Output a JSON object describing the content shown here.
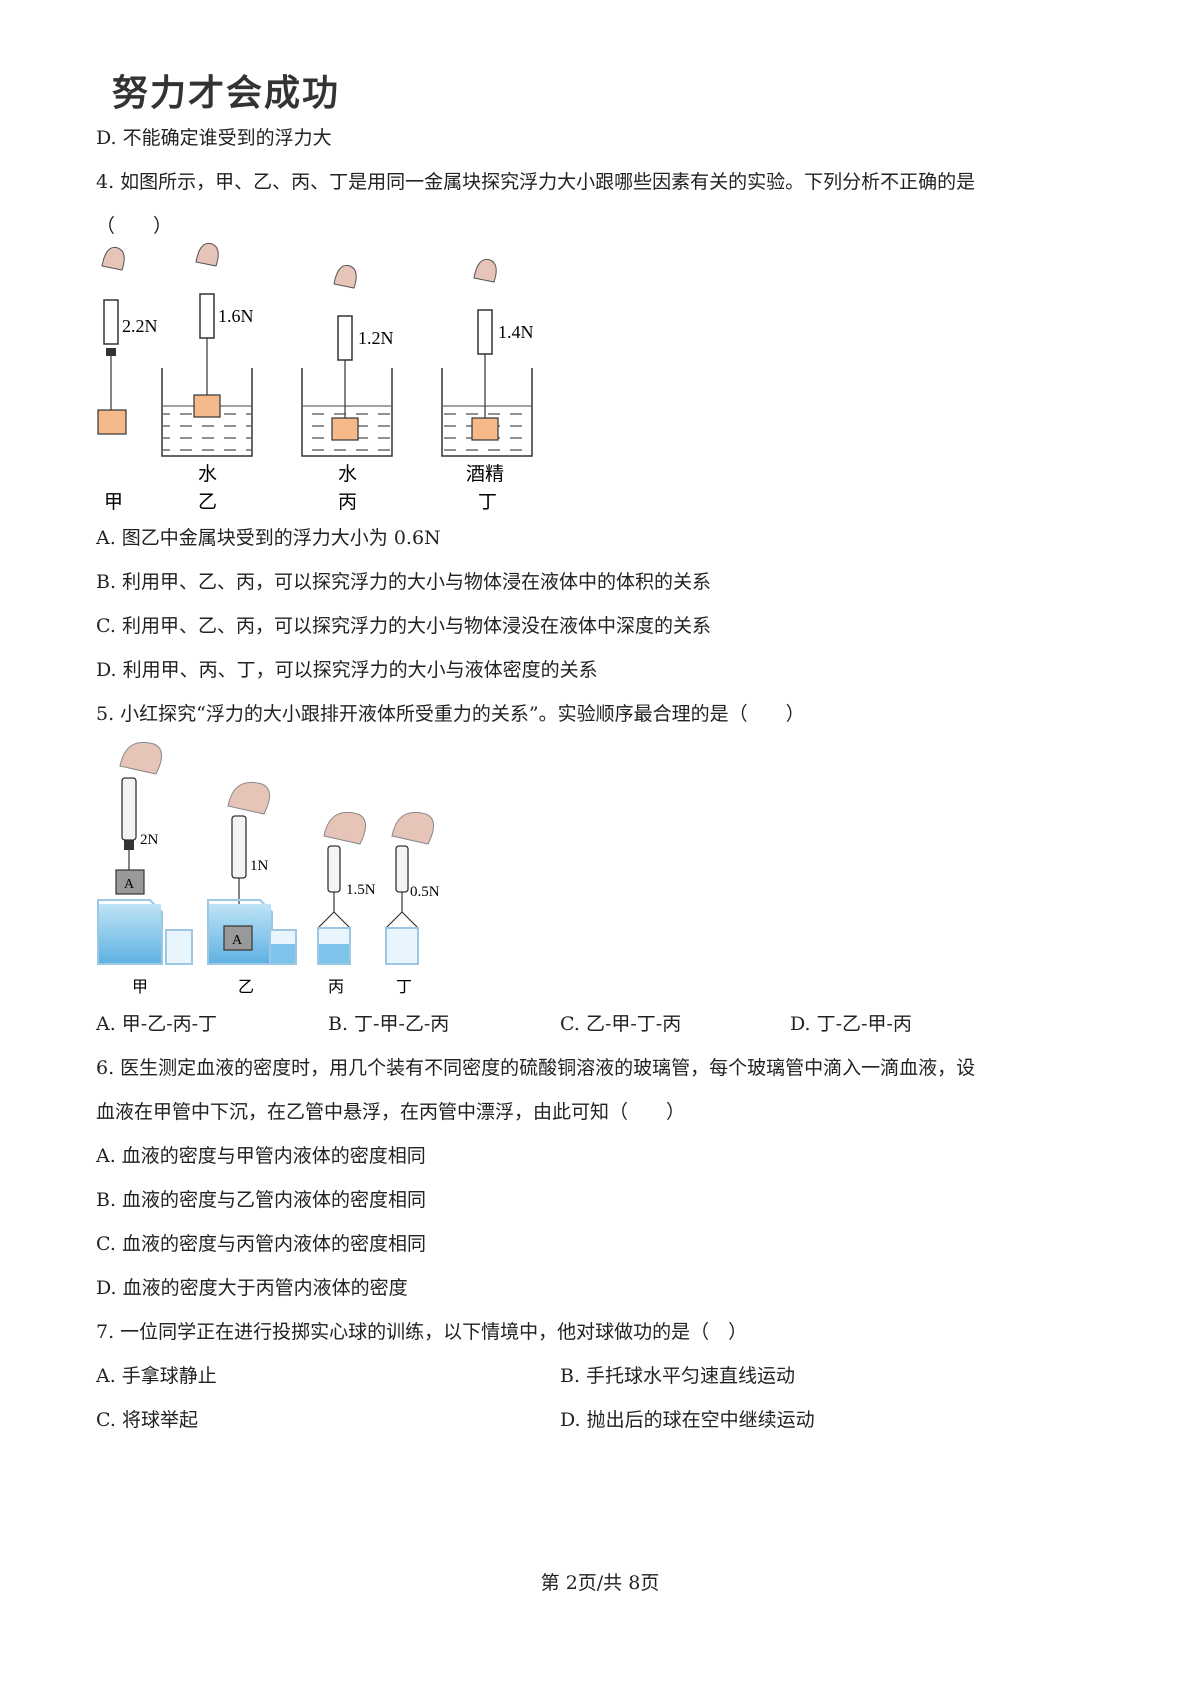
{
  "header": {
    "title": "努力才会成功"
  },
  "q3": {
    "option_d": "D. 不能确定谁受到的浮力大"
  },
  "q4": {
    "stem": "4. 如图所示，甲、乙、丙、丁是用同一金属块探究浮力大小跟哪些因素有关的实验。下列分析不正确的是",
    "paren": "（　　）",
    "figure": {
      "readings": [
        "2.2N",
        "1.6N",
        "1.2N",
        "1.4N"
      ],
      "liquids": [
        "水",
        "水",
        "酒精"
      ],
      "labels": [
        "甲",
        "乙",
        "丙",
        "丁"
      ]
    },
    "option_a": "A. 图乙中金属块受到的浮力大小为 0.6N",
    "option_b": "B. 利用甲、乙、丙，可以探究浮力的大小与物体浸在液体中的体积的关系",
    "option_c": "C. 利用甲、乙、丙，可以探究浮力的大小与物体浸没在液体中深度的关系",
    "option_d": "D. 利用甲、丙、丁，可以探究浮力的大小与液体密度的关系"
  },
  "q5": {
    "stem": "5. 小红探究“浮力的大小跟排开液体所受重力的关系”。实验顺序最合理的是（　　）",
    "figure": {
      "readings": [
        "2N",
        "1N",
        "1.5N",
        "0.5N"
      ],
      "block_label": "A",
      "labels": [
        "甲",
        "乙",
        "丙",
        "丁"
      ]
    },
    "option_a": "A. 甲-乙-丙-丁",
    "option_b": "B. 丁-甲-乙-丙",
    "option_c": "C. 乙-甲-丁-丙",
    "option_d": "D. 丁-乙-甲-丙"
  },
  "q6": {
    "stem_line1": "6. 医生测定血液的密度时，用几个装有不同密度的硫酸铜溶液的玻璃管，每个玻璃管中滴入一滴血液，设",
    "stem_line2": "血液在甲管中下沉，在乙管中悬浮，在丙管中漂浮，由此可知（　　）",
    "option_a": "A. 血液的密度与甲管内液体的密度相同",
    "option_b": "B. 血液的密度与乙管内液体的密度相同",
    "option_c": "C. 血液的密度与丙管内液体的密度相同",
    "option_d": "D. 血液的密度大于丙管内液体的密度"
  },
  "q7": {
    "stem": "7. 一位同学正在进行投掷实心球的训练，以下情境中，他对球做功的是（　）",
    "option_a": "A. 手拿球静止",
    "option_b": "B. 手托球水平匀速直线运动",
    "option_c": "C. 将球举起",
    "option_d": "D. 抛出后的球在空中继续运动"
  },
  "footer": {
    "page": "第 2页/共 8页"
  },
  "colors": {
    "block": "#f6b98a",
    "water": "#7ec3ea",
    "hand": "#e6c4b8"
  }
}
